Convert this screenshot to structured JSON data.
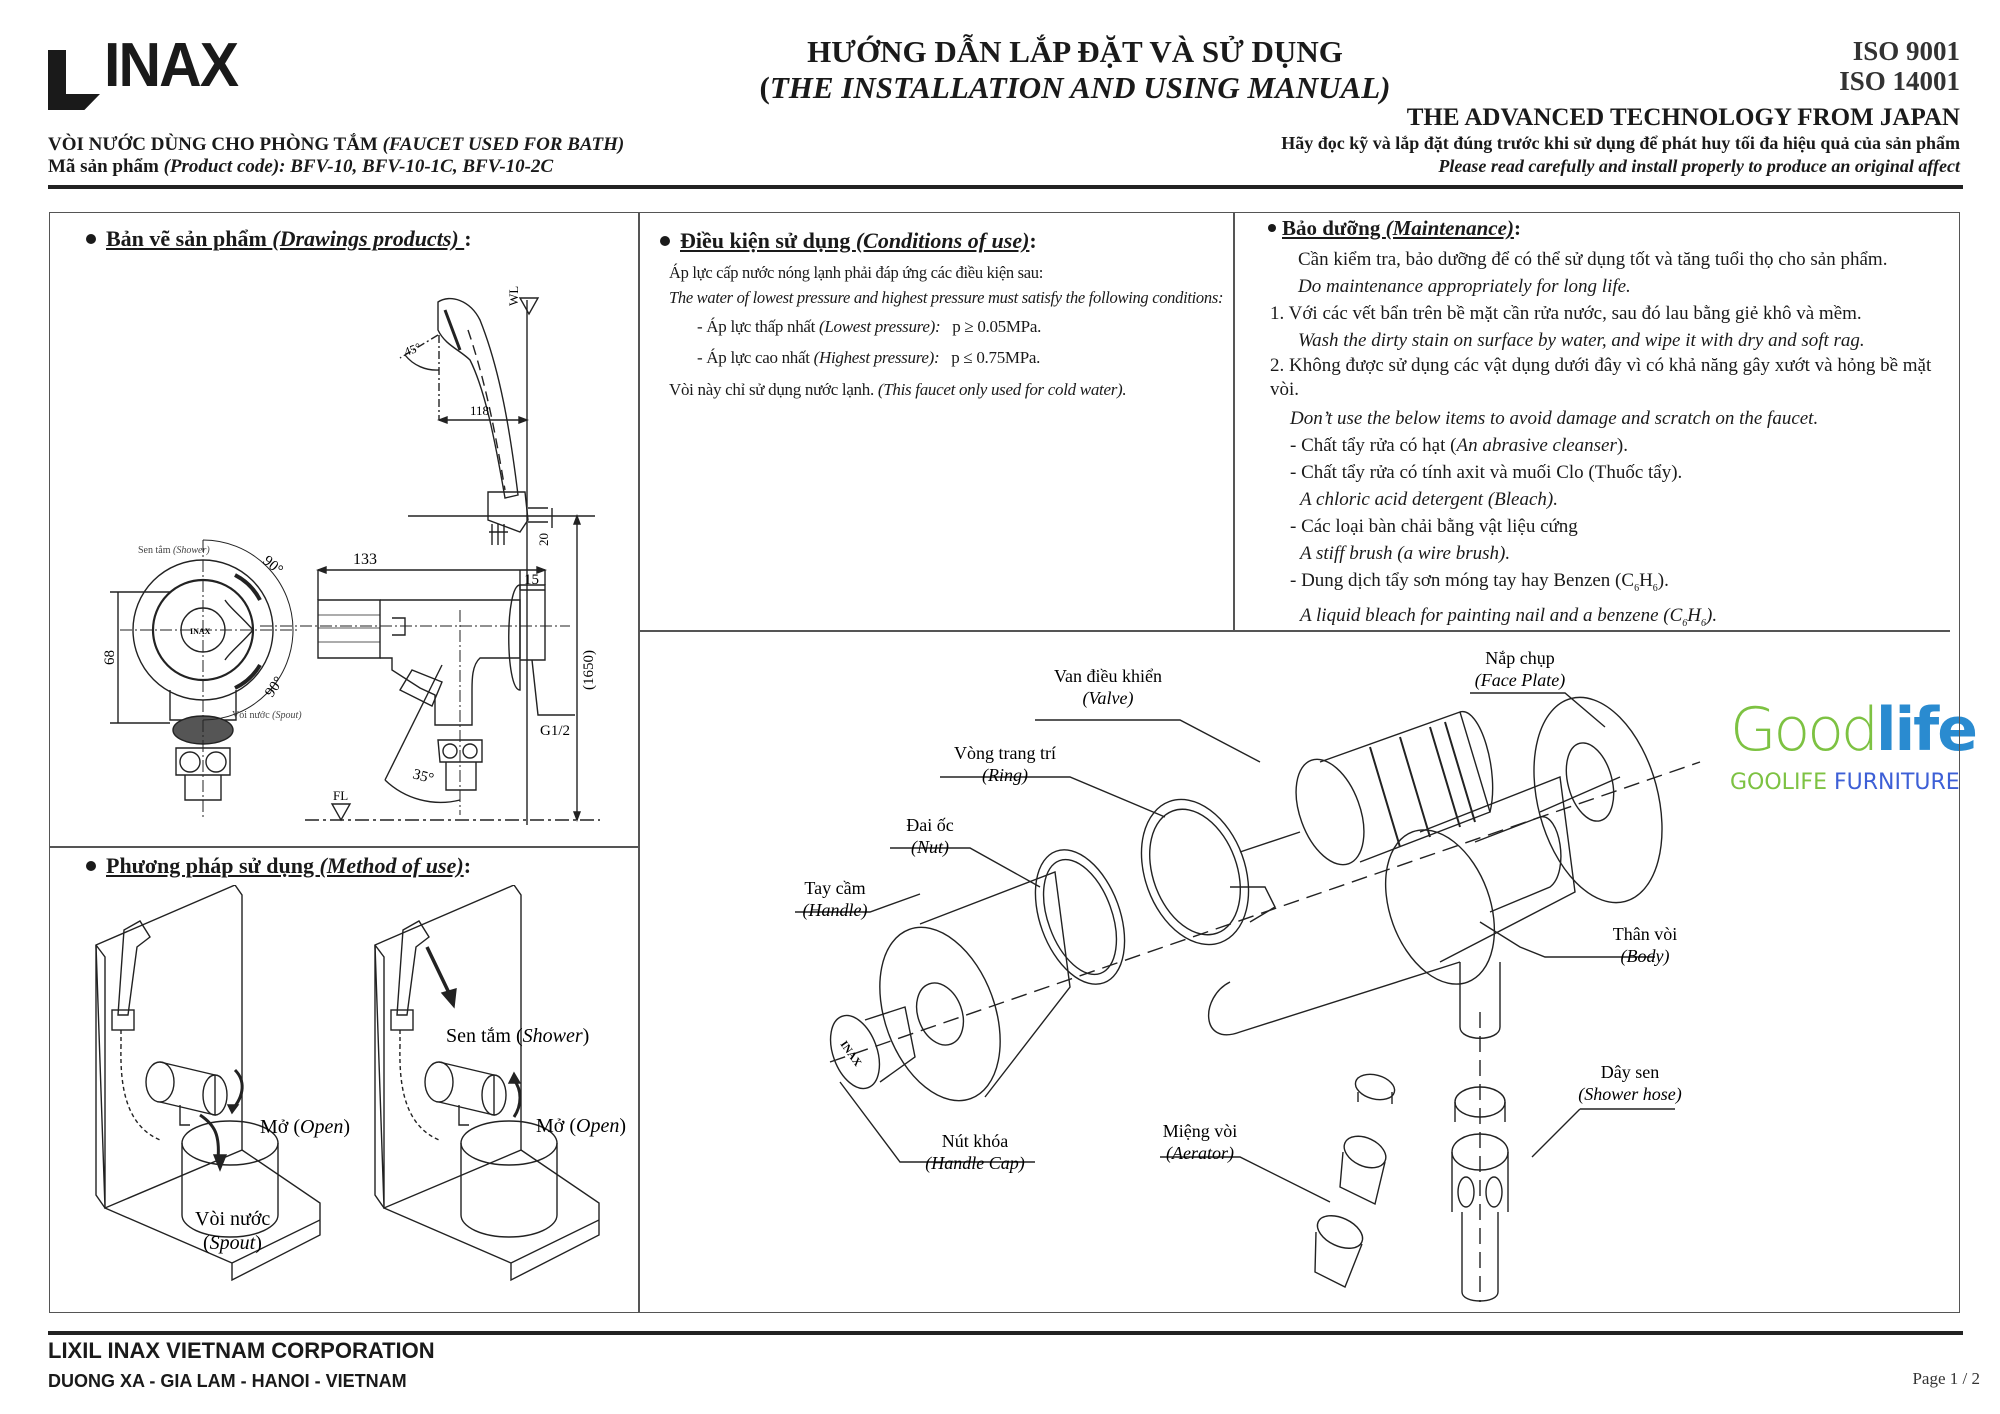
{
  "header": {
    "logo_text": "INAX",
    "title_vi": "HƯỚNG DẪN LẮP ĐẶT VÀ SỬ DỤNG",
    "title_en_open": "(",
    "title_en": "THE INSTALLATION AND USING MANUAL)",
    "iso1": "ISO   9001",
    "iso2": "ISO 14001",
    "advanced": "THE ADVANCED TECHNOLOGY FROM JAPAN",
    "read_vi": "Hãy đọc kỹ và lắp đặt đúng trước khi sử dụng để phát huy tối đa hiệu quả của sản phẩm",
    "read_en": "Please read carefully and install properly to produce an original affect",
    "product_vi": "VÒI NƯỚC DÙNG CHO PHÒNG TẮM ",
    "product_en": "(FAUCET USED FOR BATH)",
    "code_vi": "Mã sản phẩm ",
    "code_en": "(Product code): ",
    "codes": "BFV-10, BFV-10-1C, BFV-10-2C"
  },
  "watermark": {
    "good": "Good",
    "life": "life",
    "brand_green": "GOOLIFE",
    "brand_blue": "FURNITURE",
    "green": "#7dc242",
    "blue": "#2a8bd0",
    "blue2": "#3d5fd6"
  },
  "drawings": {
    "heading_vi": "Bản vẽ sản phẩm ",
    "heading_en": "(Drawings products) ",
    "heading_colon": ":",
    "dims": {
      "angle_head": "45°",
      "d118": "118",
      "wl": "WL",
      "d20": "20",
      "d133": "133",
      "d15": "15",
      "d68": "68",
      "d1650": "(1650)",
      "g12": "G1/2",
      "angle35": "35°",
      "fl": "FL",
      "angle90a": "90°",
      "angle90b": "90°",
      "shower_vi": "Sen tắm ",
      "shower_en": "(Shower)",
      "spout_vi": "Vòi nước ",
      "spout_en": "(Spout)",
      "knob_logo": "INAX"
    }
  },
  "method": {
    "heading_vi": "Phương pháp sử dụng ",
    "heading_en": "(Method of use)",
    "heading_colon": ":",
    "open1_vi": "Mở (",
    "open1_en": "Open",
    "open1_close": ")",
    "spout_vi": "Vòi nước",
    "spout_en": "Spout",
    "shower_vi": "Sen tắm (",
    "shower_en": "Shower",
    "shower_close": ")",
    "open2_vi": "Mở (",
    "open2_en": "Open",
    "open2_close": ")"
  },
  "conditions": {
    "heading_vi": "Điều kiện sử dụng ",
    "heading_en": "(Conditions of use)",
    "heading_colon": ":",
    "line1": "Áp lực cấp nước nóng lạnh phải đáp ứng các điều kiện sau:",
    "line2": "The water of  lowest pressure and highest pressure must satisfy the following conditions:",
    "low_vi": "- Áp lực thấp nhất ",
    "low_en": "(Lowest pressure):",
    "low_val": "p ≥ 0.05MPa.",
    "high_vi": "- Áp lực cao nhất ",
    "high_en": "(Highest pressure):",
    "high_val": "p ≤ 0.75MPa.",
    "cold_vi": "Vòi này chỉ sử dụng nước lạnh. ",
    "cold_en": "(This faucet only used  for cold water)."
  },
  "maintenance": {
    "heading_vi": "Bảo dưỡng ",
    "heading_en": "(Maintenance)",
    "heading_colon": ":",
    "intro_vi": "Cần kiểm tra, bảo dưỡng để có thể sử dụng tốt và tăng tuổi thọ cho sản phẩm.",
    "intro_en": "Do maintenance appropriately for long life.",
    "item1_vi": "1. Với các vết bẩn trên bề mặt cần rửa nước, sau đó lau bằng giẻ khô và mềm.",
    "item1_en": "Wash the dirty stain on surface by water, and wipe it with dry and soft rag.",
    "item2_vi": "2.  Không được sử dụng các vật dụng dưới đây vì có khả năng gây xướt và hỏng bề mặt vòi.",
    "item2_en": "Don’t use the below items to avoid damage and scratch on the faucet.",
    "sub1_vi": "- Chất tẩy rửa có hạt (",
    "sub1_en": "An abrasive cleanser",
    "sub1_close": ").",
    "sub2_vi": "- Chất tẩy rửa có tính axit và muối Clo (Thuốc tẩy).",
    "sub2_en": "A chloric acid detergent (Bleach).",
    "sub3_vi": "- Các loại bàn chải bằng vật liệu cứng",
    "sub3_en": "A stiff brush (a wire brush).",
    "sub4_vi": "- Dung dịch tẩy sơn móng tay hay Benzen (C",
    "sub4_sub1": "6",
    "sub4_mid": "H",
    "sub4_sub2": "6",
    "sub4_close": ").",
    "sub4_en": "A liquid bleach for painting nail and a benzene (C",
    "sub4_en_sub1": "6",
    "sub4_en_mid": "H",
    "sub4_en_sub2": "6",
    "sub4_en_close": ")."
  },
  "parts": {
    "valve_vi": "Van điều khiển",
    "valve_en": "(Valve)",
    "faceplate_vi": "Nắp chụp",
    "faceplate_en": "(Face Plate)",
    "ring_vi": "Vòng trang trí",
    "ring_en": "(Ring)",
    "nut_vi": "Đai ốc",
    "nut_en": "(Nut)",
    "handle_vi": "Tay cầm",
    "handle_en": "(Handle)",
    "body_vi": "Thân vòi",
    "body_en": "(Body)",
    "hose_vi": "Dây sen",
    "hose_en": "(Shower hose)",
    "aerator_vi": "Miệng vòi",
    "aerator_en": "(Aerator)",
    "cap_vi": "Nút khóa",
    "cap_en": "(Handle Cap)",
    "cap_logo": "INAX"
  },
  "footer": {
    "company": "LIXIL INAX VIETNAM CORPORATION",
    "address": "DUONG XA - GIA LAM - HANOI - VIETNAM",
    "page": "Page 1 / 2"
  }
}
